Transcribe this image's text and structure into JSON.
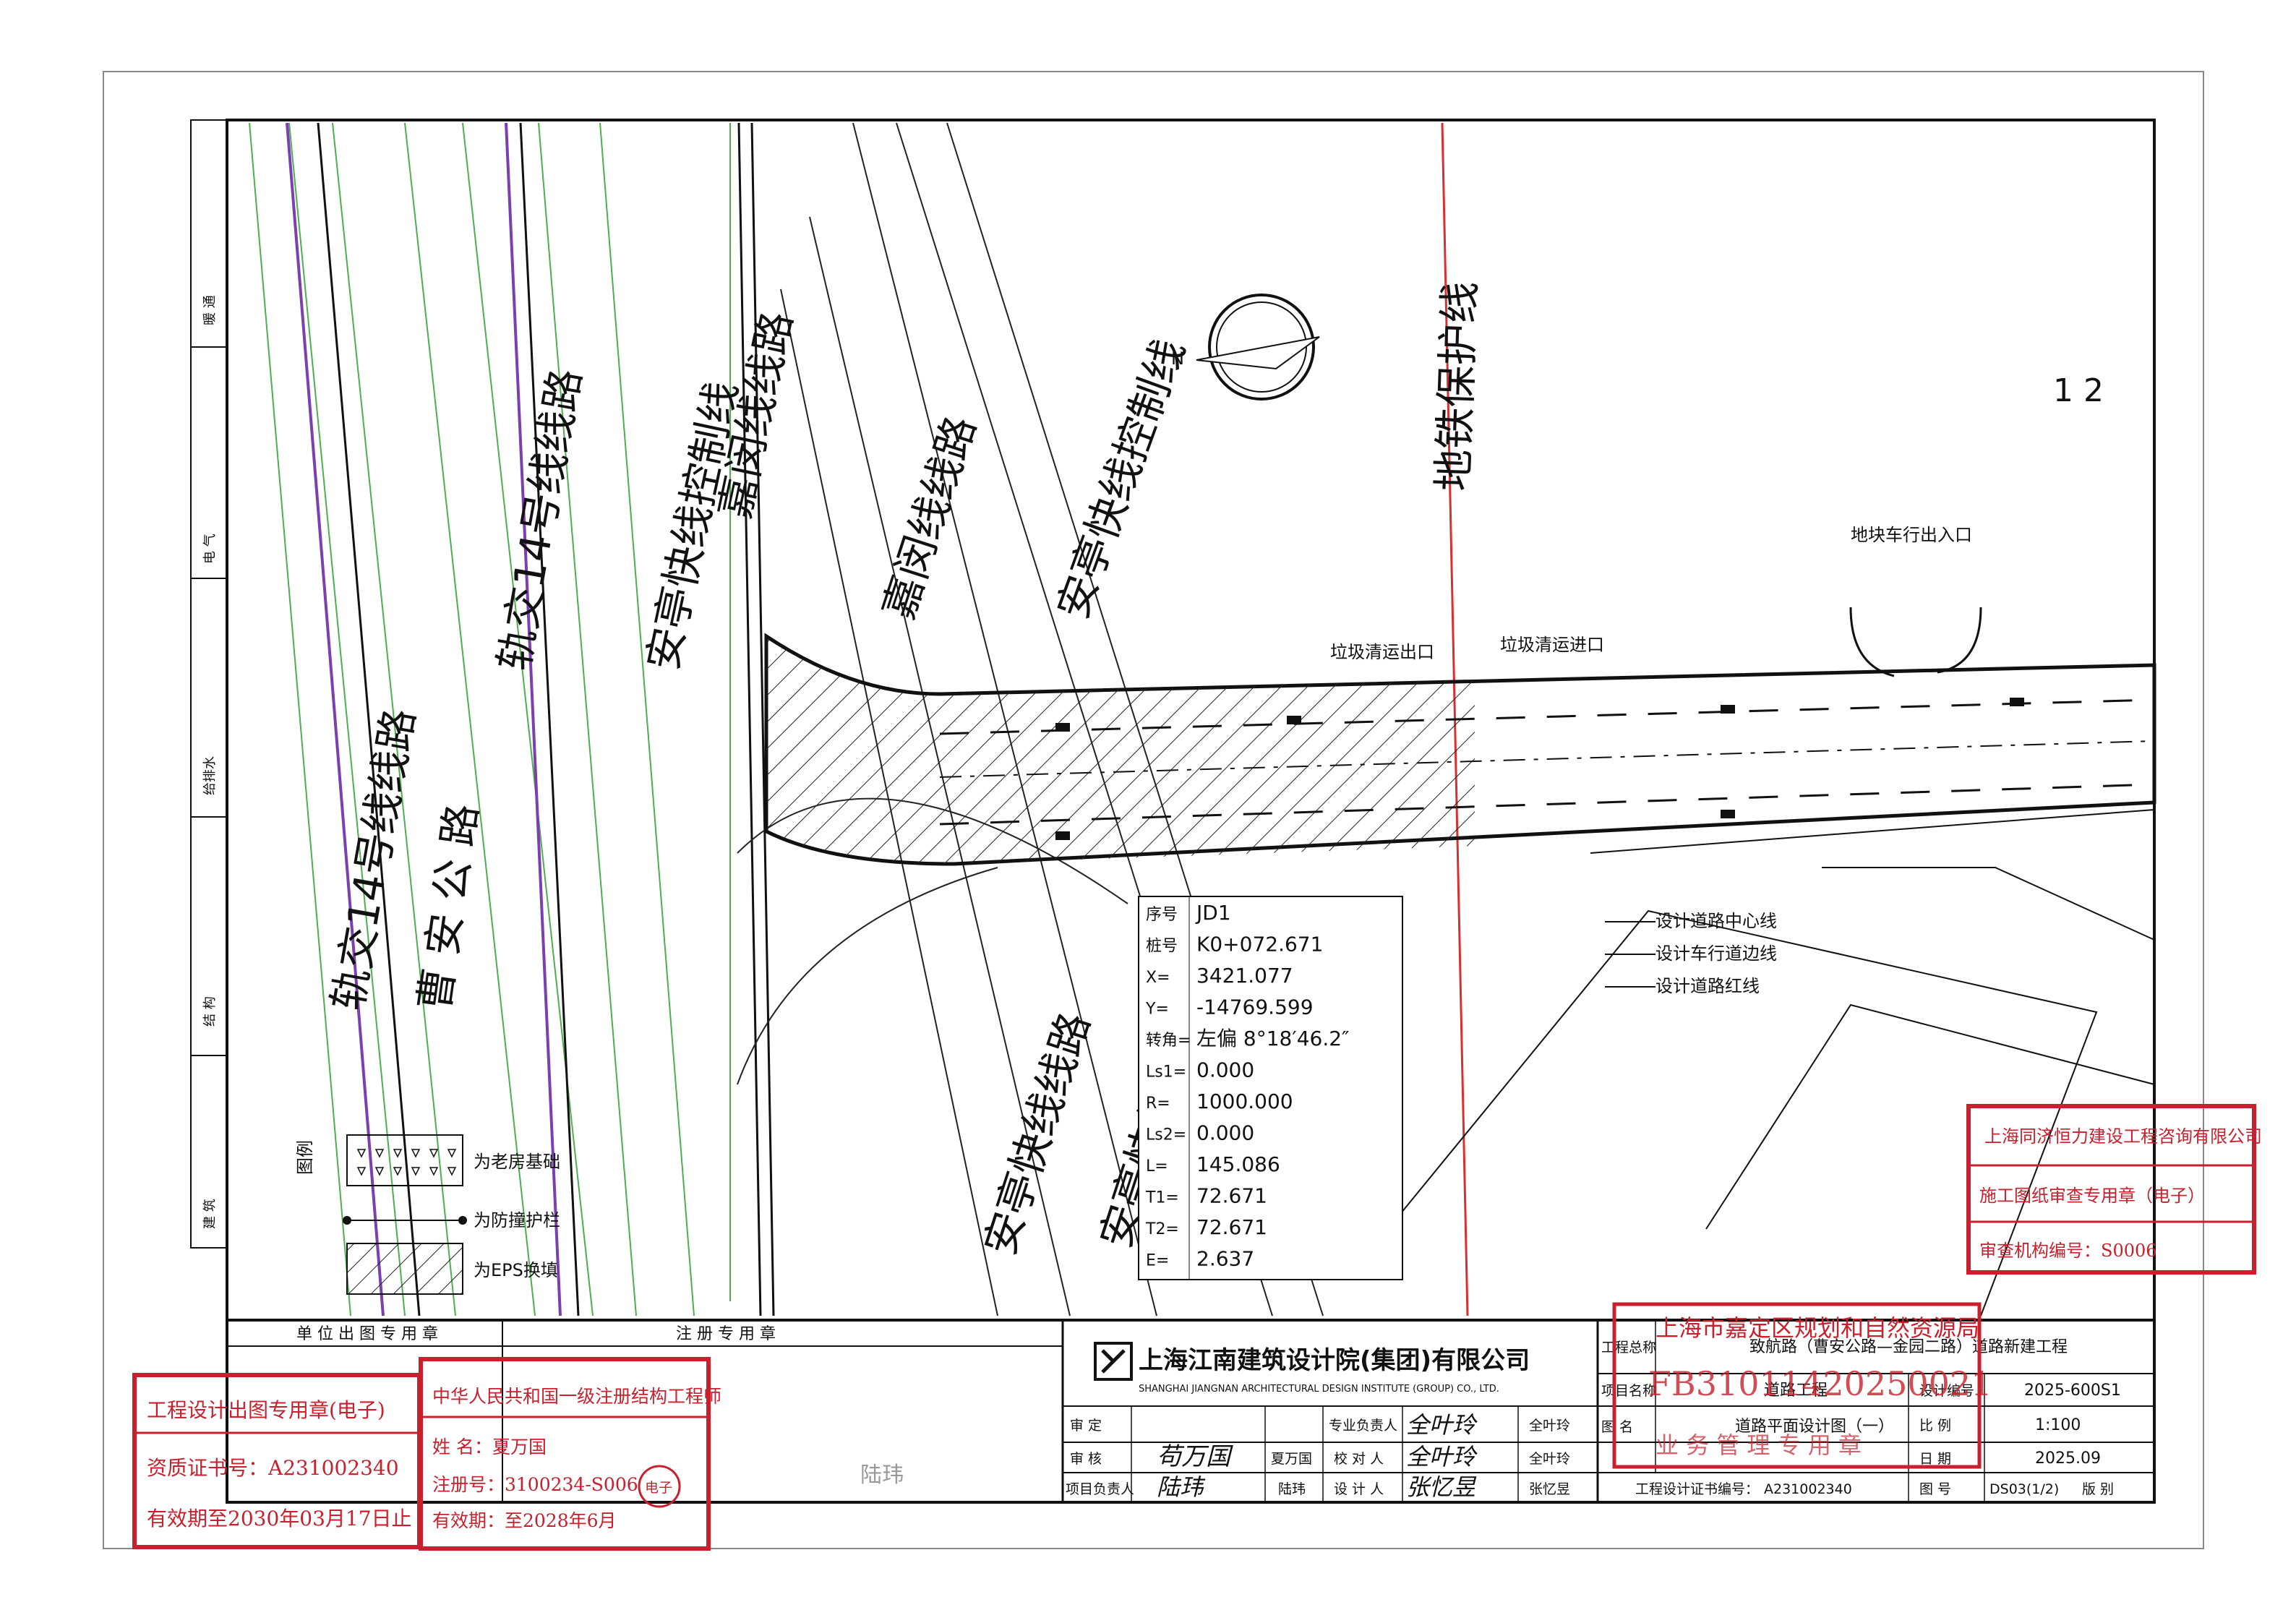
{
  "roads": {
    "tram14_a": "轨交14号线线路",
    "tram14_b": "轨交14号线线路",
    "anting_ctrl_a": "安亭快线控制线",
    "anting_ctrl_b": "安亭快线控制线",
    "jiamin_line": "嘉闵线线路",
    "jiamin_line_b": "嘉闵线线路",
    "anting_line_a": "安亭快线线路",
    "anting_line_b": "安亭快线线路",
    "metro_protect": "地铁保护线",
    "caoan_road": "曹 安 公 路",
    "metro_entry": "地块车行出入口",
    "trash_out": "垃圾清运出口",
    "trash_in": "垃圾清运进口",
    "scale_12": "1 2"
  },
  "legend": {
    "heading": "图例",
    "items": [
      "为老房基础",
      "为防撞护栏",
      "为EPS换填"
    ],
    "lines": [
      "设计道路中心线",
      "设计车行道边线",
      "设计道路红线"
    ]
  },
  "curve": {
    "rows": [
      {
        "k": "序号",
        "v": "JD1"
      },
      {
        "k": "桩号",
        "v": "K0+072.671"
      },
      {
        "k": "X=",
        "v": "3421.077"
      },
      {
        "k": "Y=",
        "v": "-14769.599"
      },
      {
        "k": "转角=",
        "v": "左偏 8°18′46.2″"
      },
      {
        "k": "Ls1=",
        "v": "0.000"
      },
      {
        "k": "R=",
        "v": "1000.000"
      },
      {
        "k": "Ls2=",
        "v": "0.000"
      },
      {
        "k": "L=",
        "v": "145.086"
      },
      {
        "k": "T1=",
        "v": "72.671"
      },
      {
        "k": "T2=",
        "v": "72.671"
      },
      {
        "k": "E=",
        "v": "2.637"
      }
    ]
  },
  "side_column": [
    "建 筑",
    "结 构",
    "给排水",
    "电 气",
    "暖 通"
  ],
  "titleblock": {
    "unit_stamp_header": "单 位 出 图 专 用 章",
    "reg_stamp_header": "注 册 专 用 章",
    "company_cn": "上海江南建筑设计院(集团)有限公司",
    "company_en": "SHANGHAI JIANGNAN ARCHITECTURAL DESIGN INSTITUTE (GROUP) CO., LTD.",
    "project_total_label": "工程总称",
    "project_total": "致航路（曹安公路—金园二路）道路新建工程",
    "item_name_label": "项目名称",
    "item_name": "道路工程",
    "drawing_name_label": "图  名",
    "drawing_name": "道路平面设计图（一）",
    "design_no_label": "设计编号",
    "design_no": "2025-600S1",
    "scale_label": "比  例",
    "scale": "1:100",
    "date_label": "日  期",
    "date": "2025.09",
    "drawing_no_label": "图  号",
    "drawing_no": "DS03(1/2)",
    "edition_label": "版 别",
    "cert_label": "工程设计证书编号：",
    "cert_no": "A231002340",
    "roles": [
      {
        "role": "审    定",
        "sign": "",
        "name": ""
      },
      {
        "role": "审    核",
        "sign": "苟万国",
        "name": "夏万国"
      },
      {
        "role": "项目负责人",
        "sign": "陆玮",
        "name": "陆玮"
      }
    ],
    "roles_right": [
      {
        "role": "专业负责人",
        "sign": "全叶玲",
        "name": "全叶玲"
      },
      {
        "role": "校 对 人",
        "sign": "全叶玲",
        "name": "全叶玲"
      },
      {
        "role": "设 计 人",
        "sign": "张忆昱",
        "name": "张忆昱"
      }
    ],
    "reg_sign": "陆玮"
  },
  "stamps": {
    "unit_title": "工程设计出图专用章(电子)",
    "unit_cert": "资质证书号：A231002340",
    "unit_valid": "有效期至2030年03月17日止",
    "reg_title": "中华人民共和国一级注册结构工程师",
    "reg_name": "姓  名：夏万国",
    "reg_no": "注册号：3100234-S006",
    "reg_valid": "有效期：至2028年6月",
    "reg_seal": "电子",
    "review_company": "上海同济恒力建设工程咨询有限公司",
    "review_stamp": "施工图纸审查专用章（电子）",
    "review_cert": "审查机构编号：S0006",
    "plan_bureau": "上海市嘉定区规划和自然资源局",
    "plan_code": "FB31011420250021",
    "plan_stamp": "业 务 管 理 专 用 章"
  },
  "colors": {
    "stamp_red": "#c8202c",
    "green": "#4caf50",
    "purple": "#7b3fb0",
    "metro_red": "#d6302f"
  }
}
